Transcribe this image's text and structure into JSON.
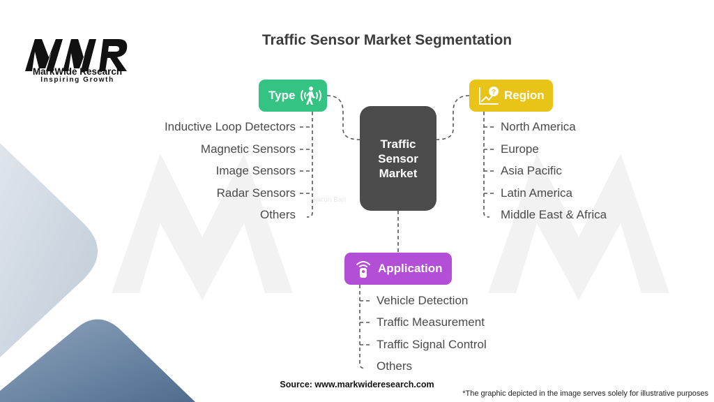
{
  "brand": {
    "name": "MarkWide Research",
    "tagline": "Inspiring Growth"
  },
  "title": "Traffic Sensor Market Segmentation",
  "center": {
    "lines": [
      "Traffic",
      "Sensor",
      "Market"
    ]
  },
  "segments": {
    "type": {
      "label": "Type",
      "icon": "walking-person-signal-icon",
      "color": "#34c383",
      "items": [
        "Inductive Loop Detectors",
        "Magnetic Sensors",
        "Image Sensors",
        "Radar Sensors",
        "Others"
      ]
    },
    "region": {
      "label": "Region",
      "icon": "chart-question-icon",
      "color": "#e9c418",
      "items": [
        "North America",
        "Europe",
        "Asia Pacific",
        "Latin America",
        "Middle East & Africa"
      ]
    },
    "application": {
      "label": "Application",
      "icon": "sensor-device-icon",
      "color": "#b24fd6",
      "items": [
        "Vehicle Detection",
        "Traffic Measurement",
        "Traffic Signal Control",
        "Others"
      ]
    }
  },
  "source": "Source: www.markwideresearch.com",
  "disclaimer": "*The graphic depicted in the image serves solely for illustrative purposes",
  "watermark": "Silicon Bart"
}
